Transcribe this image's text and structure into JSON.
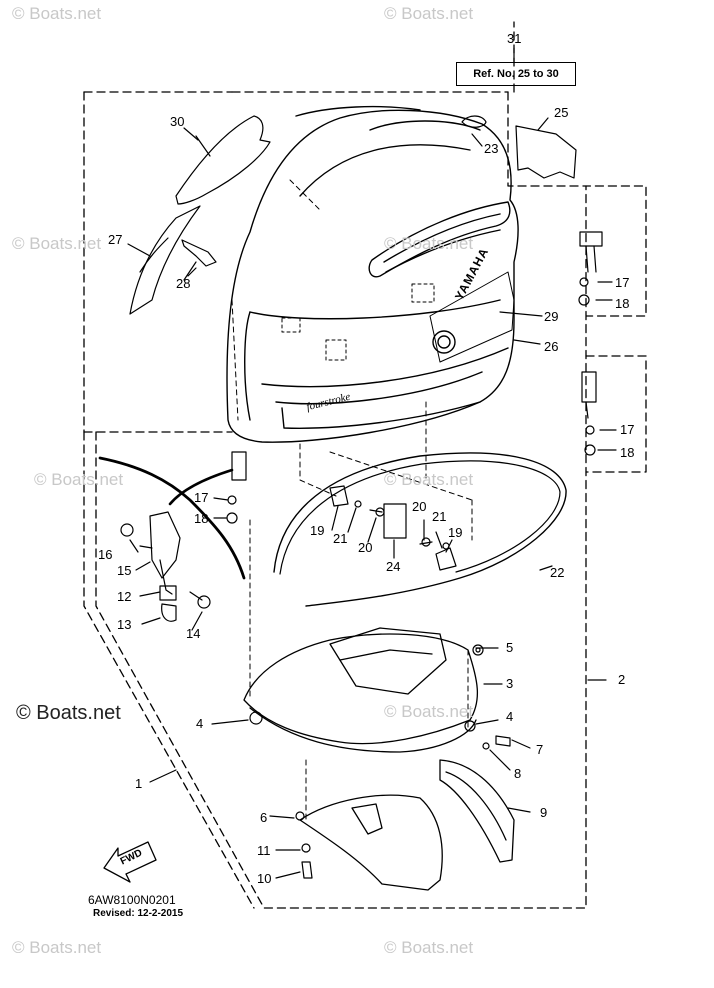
{
  "watermarks": {
    "top_left": "© Boats.net",
    "top_right": "© Boats.net",
    "mid_left_1": "© Boats.net",
    "mid_right_1": "© Boats.net",
    "mid_left_2": "© Boats.net",
    "mid_right_2": "© Boats.net",
    "big_left": "© Boats.net",
    "mid_right_3": "© Boats.net",
    "bottom_left": "© Boats.net",
    "bottom_right": "© Boats.net"
  },
  "ref_box": {
    "number": "31",
    "text": "Ref. No. 25 to 30"
  },
  "callouts": {
    "c1": "1",
    "c2": "2",
    "c3": "3",
    "c4a": "4",
    "c4b": "4",
    "c5": "5",
    "c6": "6",
    "c7": "7",
    "c8": "8",
    "c9": "9",
    "c10": "10",
    "c11": "11",
    "c12": "12",
    "c13": "13",
    "c14": "14",
    "c15": "15",
    "c16": "16",
    "c17a": "17",
    "c17b": "17",
    "c17c": "17",
    "c18a": "18",
    "c18b": "18",
    "c18c": "18",
    "c19a": "19",
    "c19b": "19",
    "c20a": "20",
    "c20b": "20",
    "c21a": "21",
    "c21b": "21",
    "c22": "22",
    "c23": "23",
    "c24": "24",
    "c25": "25",
    "c26": "26",
    "c27": "27",
    "c28": "28",
    "c29": "29",
    "c30": "30"
  },
  "decals": {
    "brand": "YAMAHA",
    "model": "fourstroke",
    "fwd": "FWD"
  },
  "footer": {
    "drawing_code": "6AW8100N0201",
    "revised": "Revised: 12-2-2015"
  }
}
